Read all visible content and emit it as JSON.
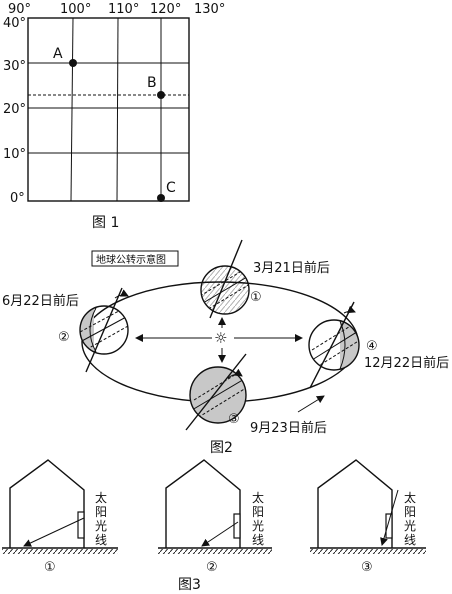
{
  "figure1": {
    "lon_labels": [
      "90°",
      "100°",
      "110°",
      "120°",
      "130°"
    ],
    "lat_labels": [
      "40°",
      "30°",
      "20°",
      "10°",
      "0°"
    ],
    "points": [
      {
        "label": "A",
        "lon": 100,
        "lat": 30
      },
      {
        "label": "B",
        "lon": 120,
        "lat": 23.5
      },
      {
        "label": "C",
        "lon": 120,
        "lat": 0
      }
    ],
    "caption": "图 1"
  },
  "figure2": {
    "title": "地球公转示意图",
    "positions": [
      {
        "num": "①",
        "date": "3月21日前后"
      },
      {
        "num": "②",
        "date": "6月22日前后"
      },
      {
        "num": "③",
        "date": "9月23日前后"
      },
      {
        "num": "④",
        "date": "12月22日前后"
      }
    ],
    "sun_symbol": "☼",
    "caption": "图2"
  },
  "figure3": {
    "sun_label": [
      "太",
      "阳",
      "光",
      "线"
    ],
    "nums": [
      "①",
      "②",
      "③"
    ],
    "caption": "图3"
  },
  "colors": {
    "line": "#111111",
    "shade": "#c8c8c8"
  }
}
